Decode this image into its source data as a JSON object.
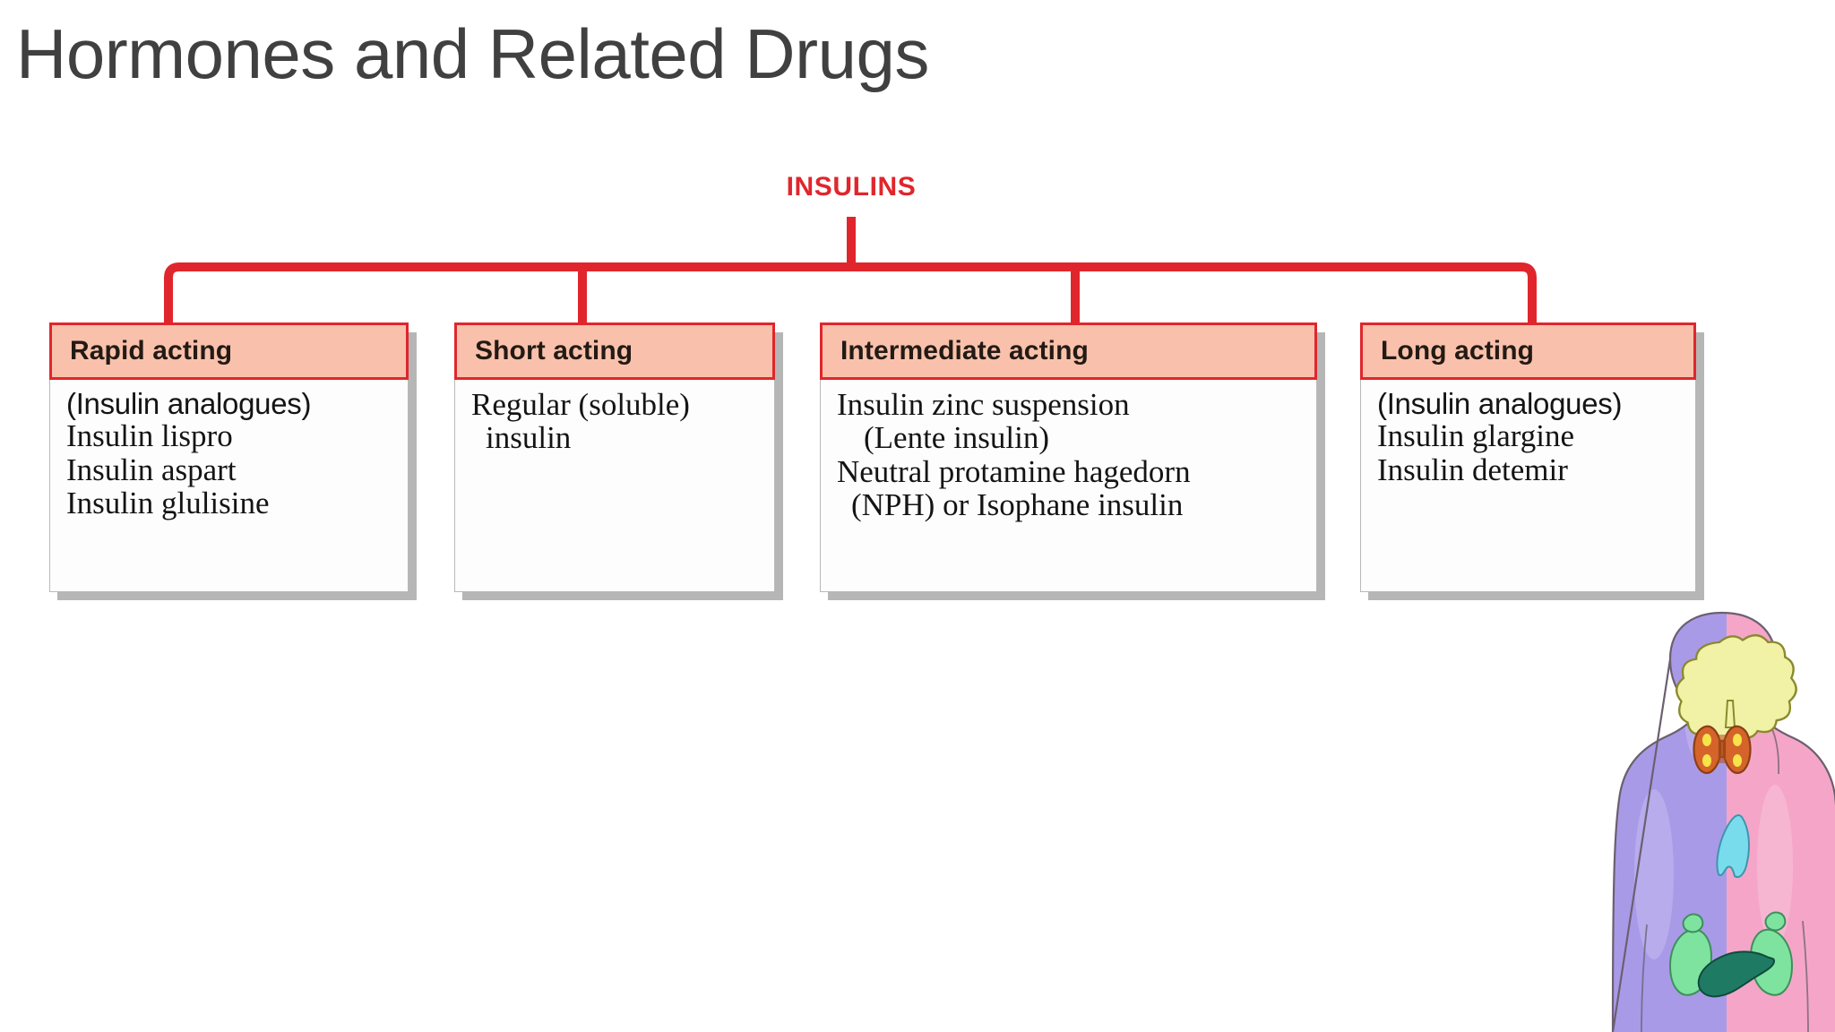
{
  "slide": {
    "title": "Hormones and Related Drugs",
    "background_color": "#ffffff",
    "title_color": "#404040"
  },
  "diagram": {
    "root_label": "INSULINS",
    "root_color": "#e0262c",
    "connector_color": "#e0262c",
    "header_fill": "#f9c1ab",
    "header_border": "#e0262c",
    "body_fill": "#fdfdfd",
    "shadow_color": "#9a9a9a",
    "categories": [
      {
        "id": "rapid-acting",
        "header": "Rapid acting",
        "lines": [
          {
            "text": "(Insulin analogues)",
            "style": "sans"
          },
          {
            "text": "Insulin lispro",
            "style": "serif"
          },
          {
            "text": "Insulin aspart",
            "style": "serif"
          },
          {
            "text": "Insulin glulisine",
            "style": "serif"
          }
        ]
      },
      {
        "id": "short-acting",
        "header": "Short acting",
        "lines": [
          {
            "text": "Regular (soluble)",
            "style": "serif"
          },
          {
            "text": "insulin",
            "style": "serif-indent-sm"
          }
        ]
      },
      {
        "id": "intermediate-acting",
        "header": "Intermediate acting",
        "lines": [
          {
            "text": "Insulin zinc suspension",
            "style": "serif"
          },
          {
            "text": "(Lente insulin)",
            "style": "serif-indent"
          },
          {
            "text": "Neutral protamine hagedorn",
            "style": "serif"
          },
          {
            "text": "(NPH) or Isophane insulin",
            "style": "serif-indent-sm"
          }
        ]
      },
      {
        "id": "long-acting",
        "header": "Long acting",
        "lines": [
          {
            "text": "(Insulin analogues)",
            "style": "sans"
          },
          {
            "text": "Insulin glargine",
            "style": "serif"
          },
          {
            "text": "Insulin detemir",
            "style": "serif"
          }
        ]
      }
    ]
  },
  "illustration": {
    "name": "endocrine-body-figure",
    "description": "Stylised human head and torso split into purple and pink halves showing endocrine organs",
    "colors": {
      "body_left": "#a99ae8",
      "body_right": "#f5a6c8",
      "outline": "#6b5f70",
      "brain": "#f2f2a6",
      "brain_outline": "#8a8a2e",
      "thyroid": "#d4642a",
      "thyroid_spots": "#f7e34a",
      "thymus": "#79dced",
      "adrenal_kidney": "#7fe3a0",
      "pancreas": "#1f7a63"
    }
  }
}
